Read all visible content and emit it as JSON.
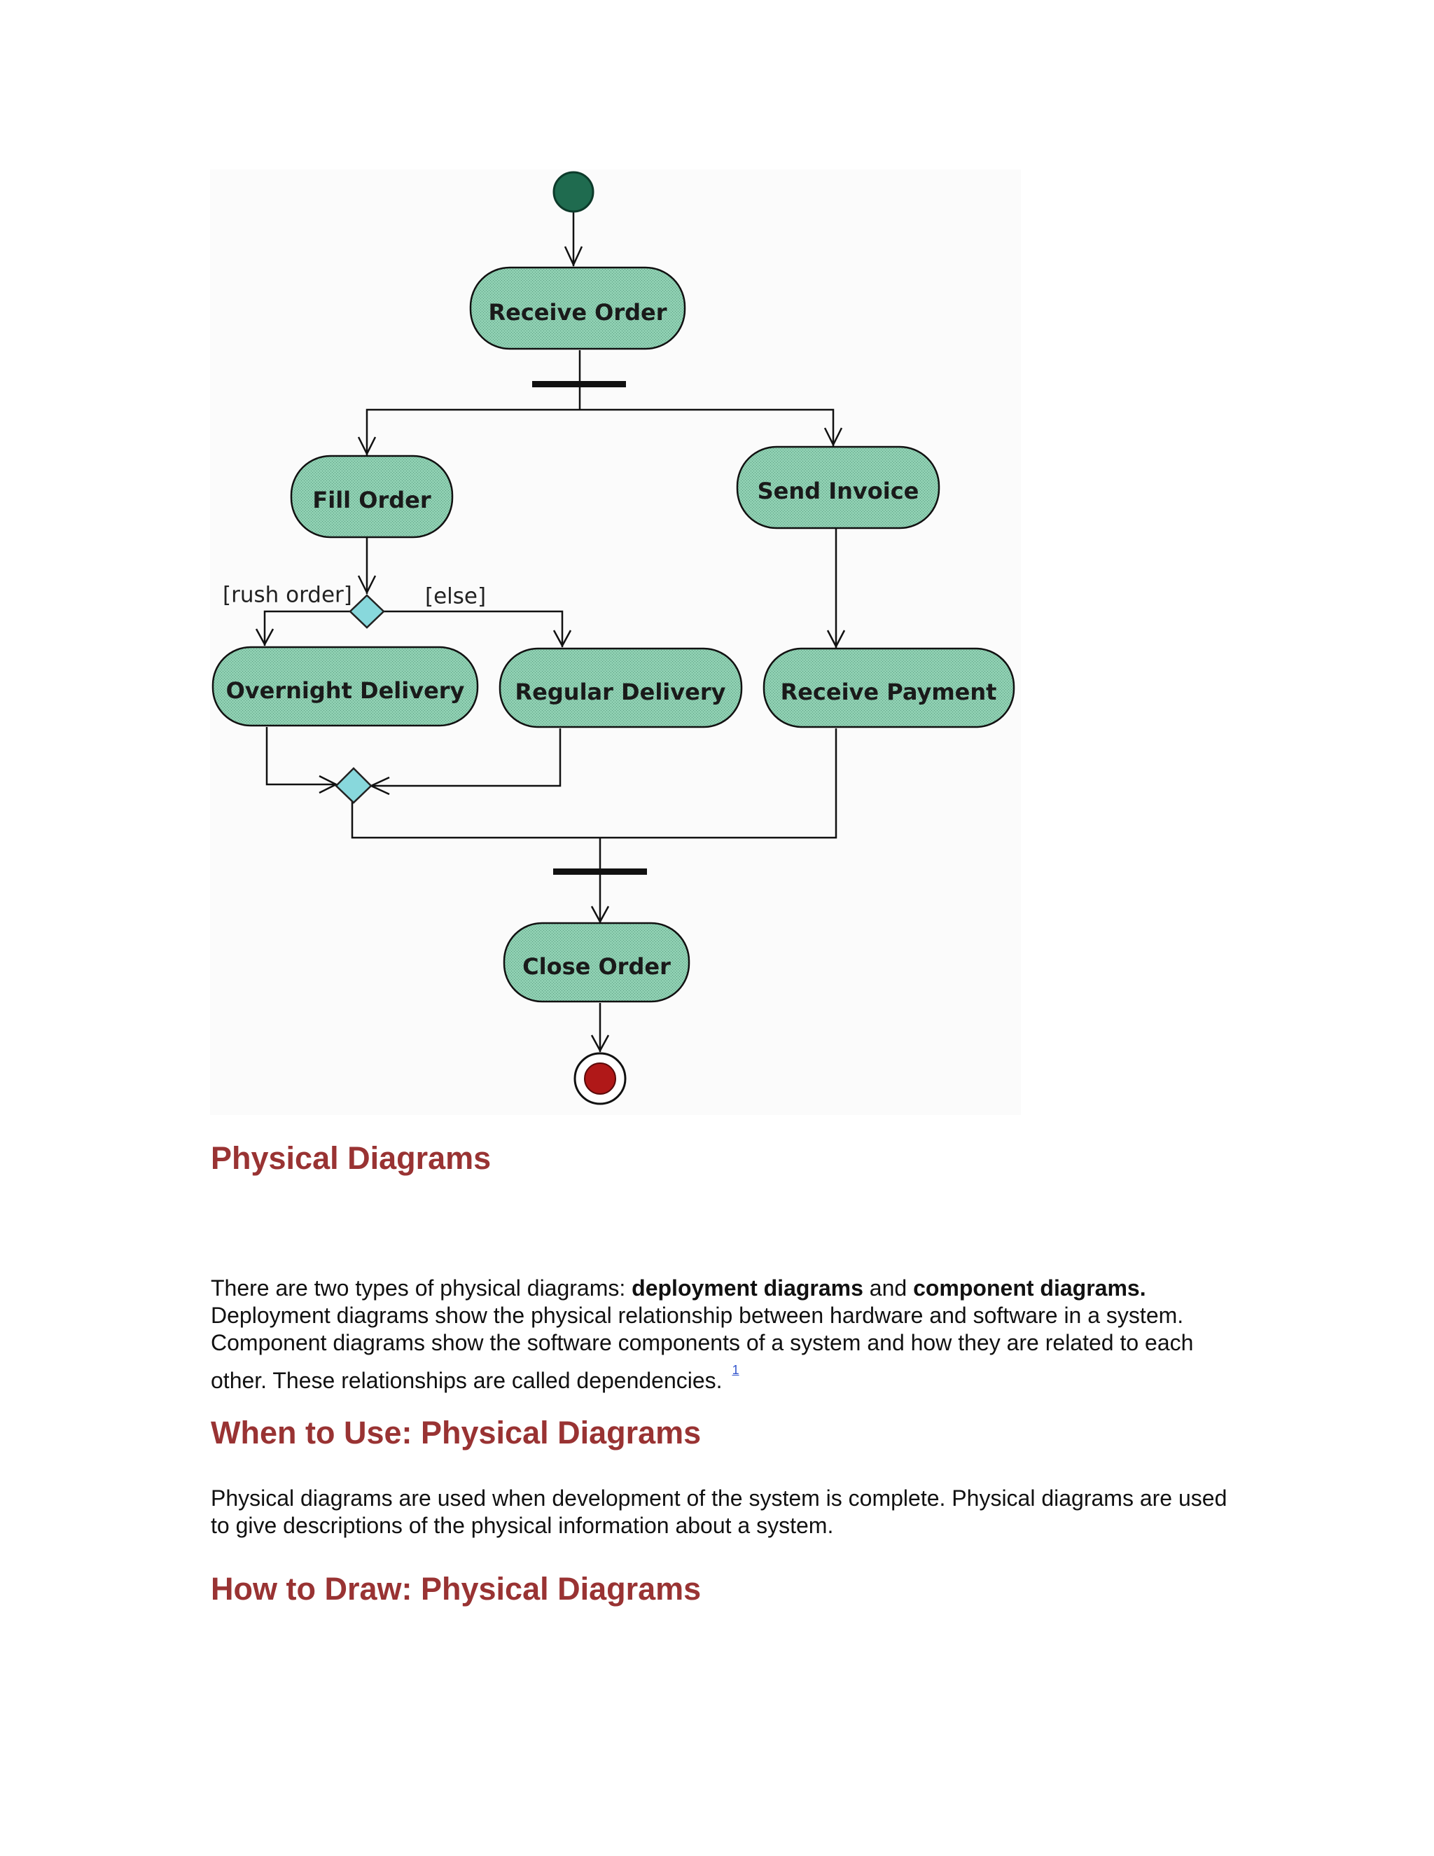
{
  "diagram": {
    "nodes": {
      "receive_order": "Receive Order",
      "fill_order": "Fill Order",
      "send_invoice": "Send Invoice",
      "overnight_delivery": "Overnight Delivery",
      "regular_delivery": "Regular Delivery",
      "receive_payment": "Receive Payment",
      "close_order": "Close Order"
    },
    "guards": {
      "rush_order": "[rush order]",
      "else": "[else]"
    },
    "colors": {
      "activity_fill": "#8fd0b2",
      "decision_fill": "#88d8dc",
      "start": "#1f6b4f",
      "end": "#b01818"
    }
  },
  "sections": [
    {
      "heading": "Physical Diagrams",
      "paragraph": {
        "p1": "There are two types of physical diagrams: ",
        "b1": "deployment diagrams",
        "p2": " and ",
        "b2": "component diagrams.",
        "p3": " Deployment diagrams show the physical relationship between hardware and software in a system.  Component diagrams show the software components of a system and how they are related to each other.  These relationships are called dependencies.",
        "footnote": "1"
      }
    },
    {
      "heading": "When to Use: Physical Diagrams",
      "paragraph": "Physical diagrams are used when development of the system is complete.  Physical diagrams are used to give descriptions of the physical information about a system."
    },
    {
      "heading": "How to Draw: Physical Diagrams"
    }
  ]
}
